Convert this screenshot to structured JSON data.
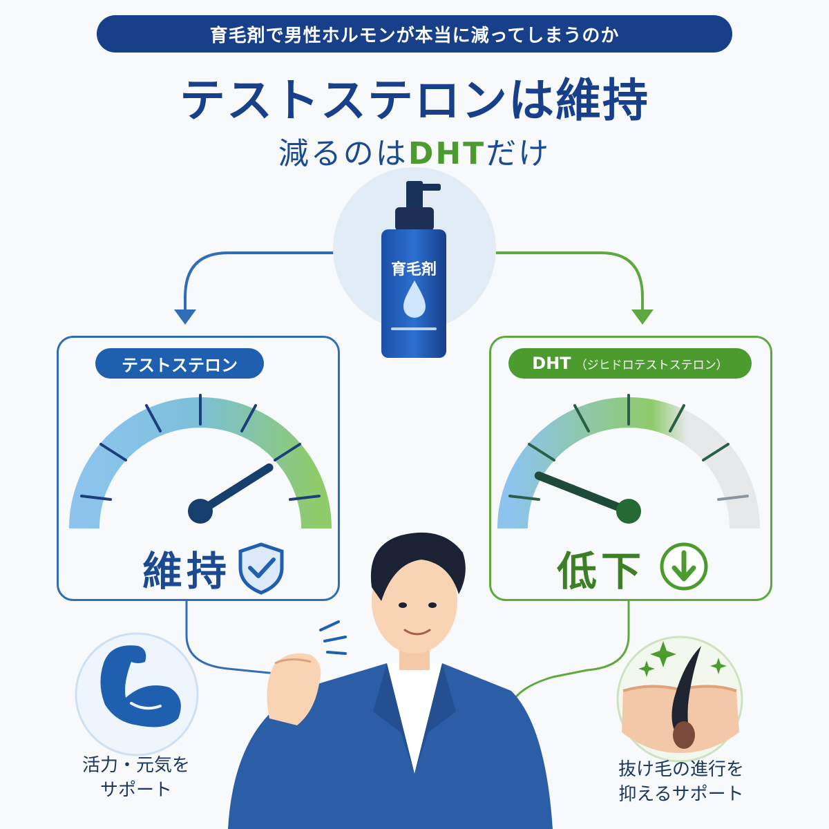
{
  "banner": "育毛剤で男性ホルモンが本当に減ってしまうのか",
  "headline": "テストステロンは維持",
  "subline": {
    "prefix": "減るのは",
    "highlight": "DHT",
    "suffix": "だけ"
  },
  "bottle_label": "育毛剤",
  "left_card": {
    "title": "テストステロン",
    "status": "維持",
    "gauge_level": 0.82,
    "caption_lines": [
      "活力・元気を",
      "サポート"
    ]
  },
  "right_card": {
    "title": "DHT",
    "title_sub": "（ジヒドロテストステロン）",
    "status": "低下",
    "gauge_level": 0.12,
    "caption_lines": [
      "抜け毛の進行を",
      "抑えるサポート"
    ]
  },
  "colors": {
    "navy": "#173f8a",
    "blue": "#2f6db8",
    "green": "#4c9b2f",
    "light_blue": "#8cc4ee",
    "light_green": "#8fcb6a"
  },
  "icons": [
    "water-drop-icon",
    "shield-check-icon",
    "arrow-down-circle-icon",
    "muscle-arm-icon",
    "hair-follicle-icon",
    "sparkle-icon"
  ]
}
